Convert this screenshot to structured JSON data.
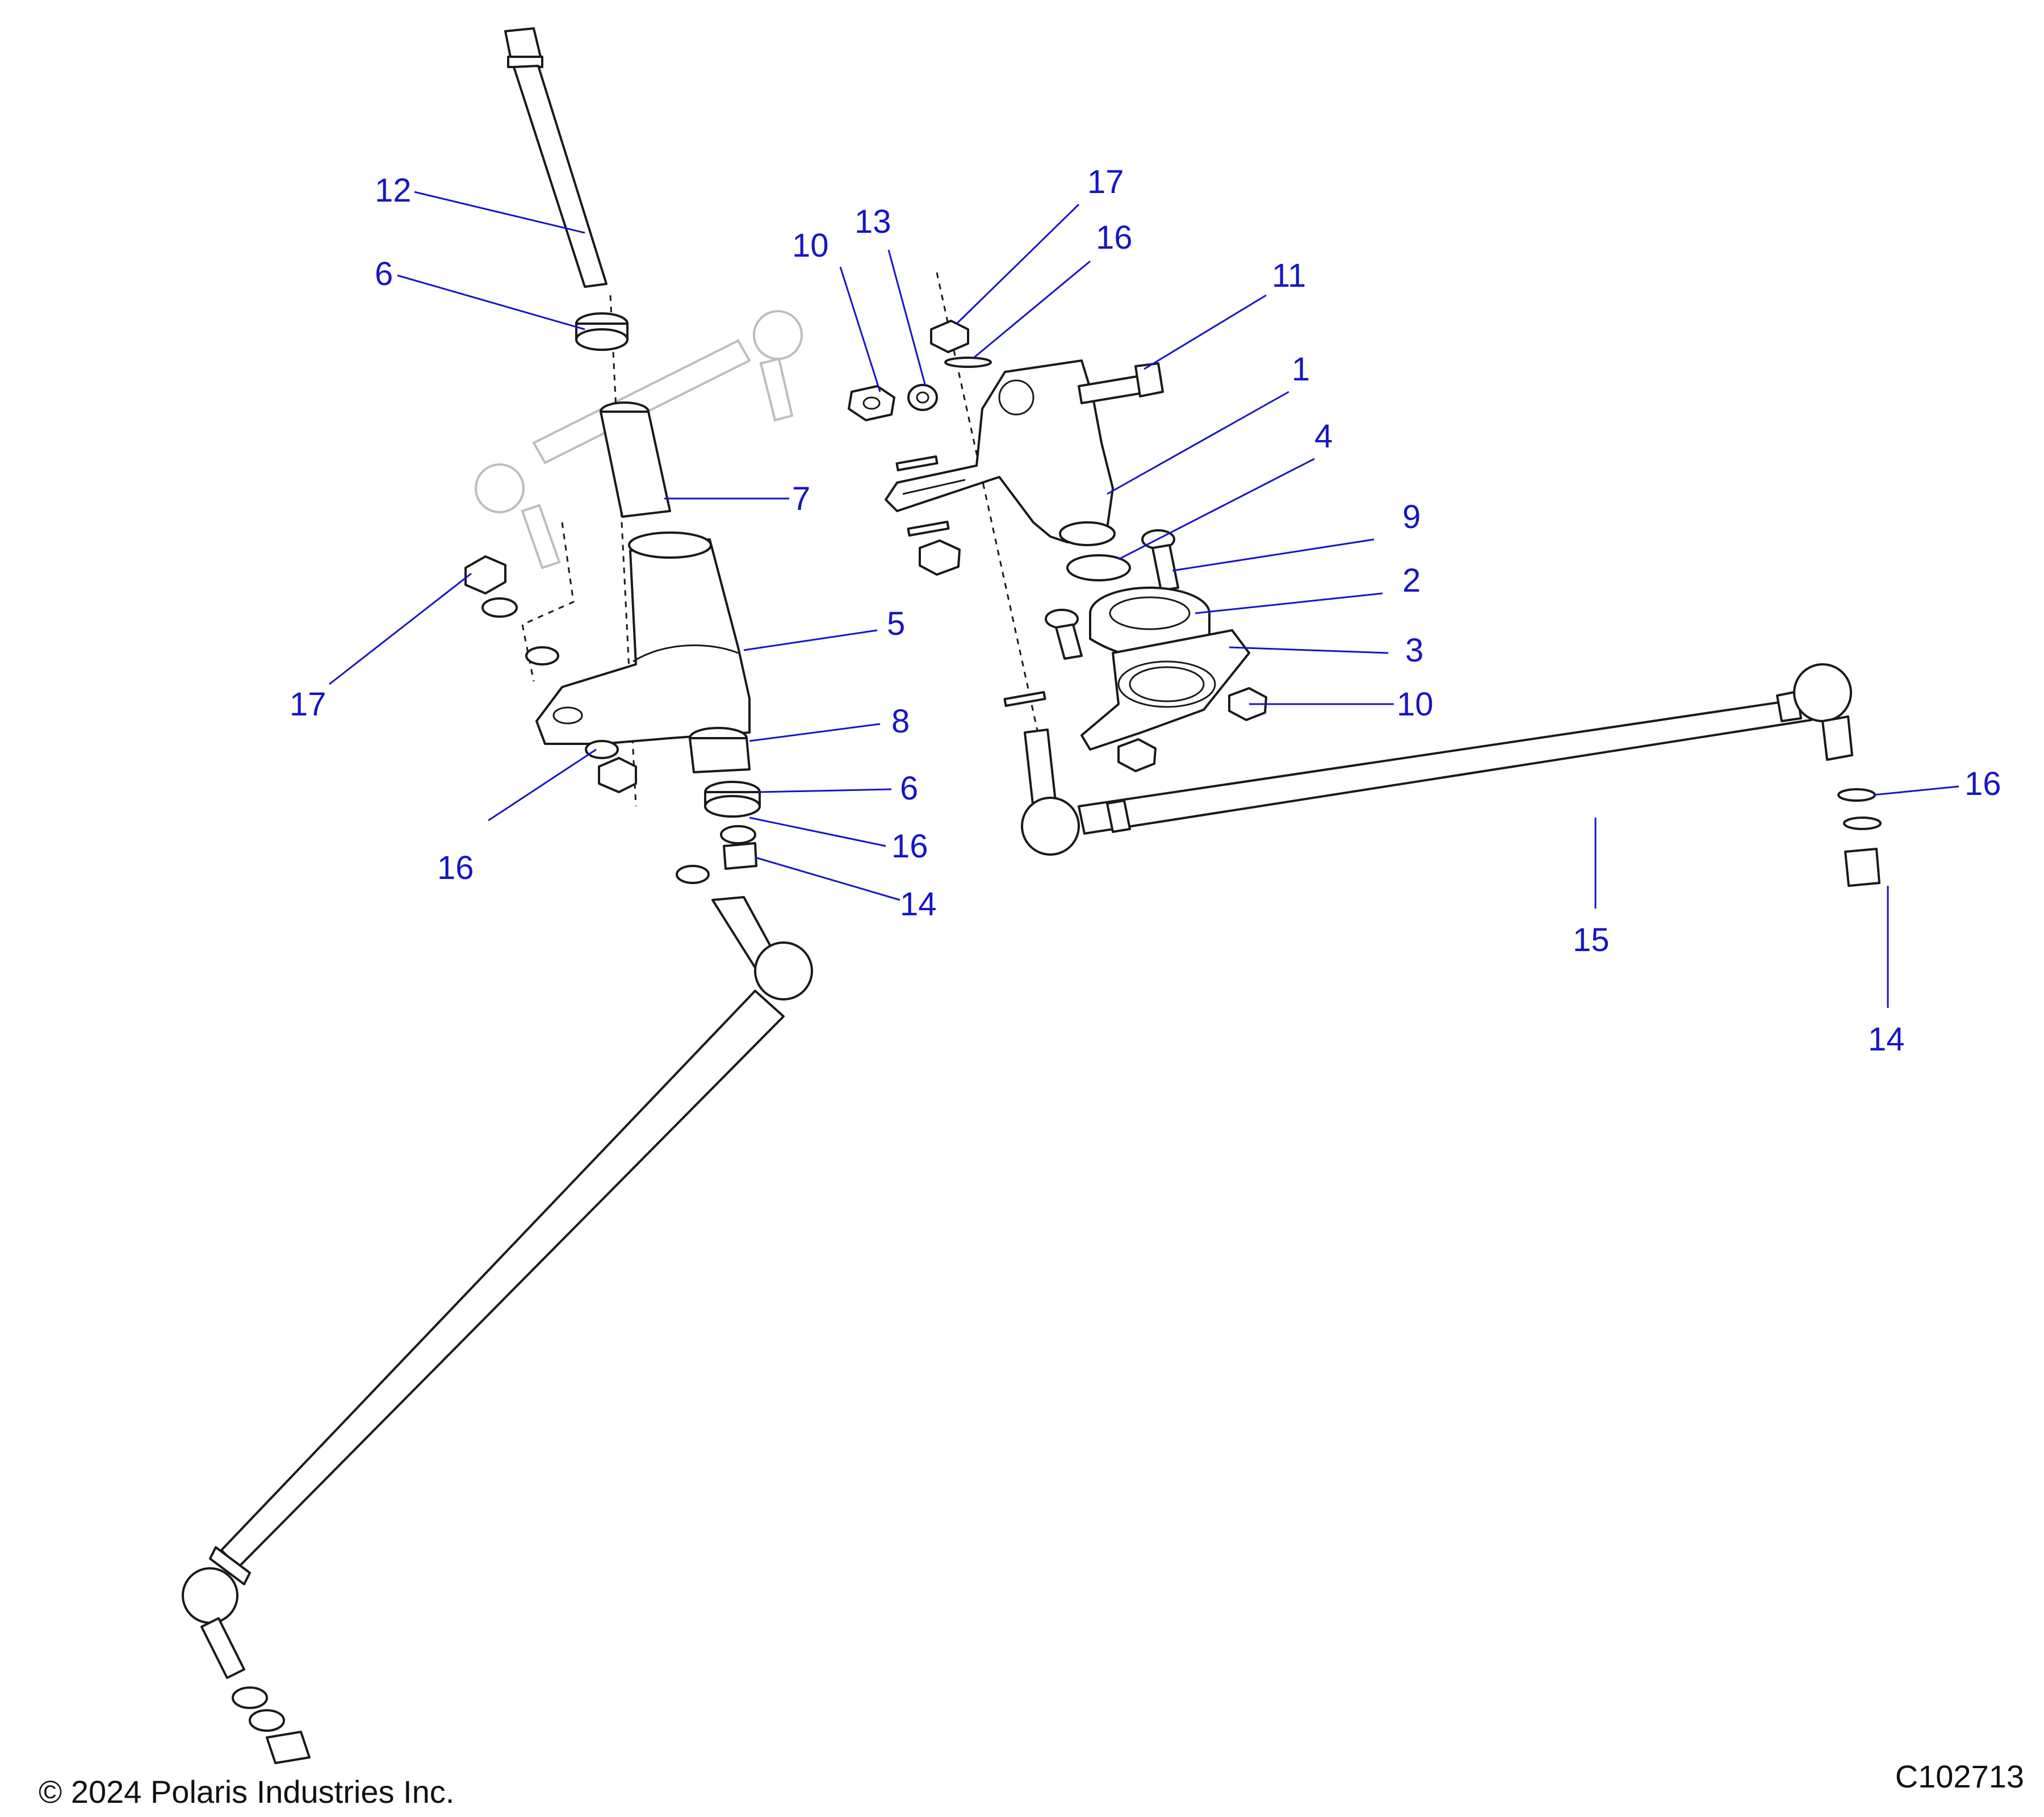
{
  "colors": {
    "callout": "#1515c8",
    "line": "#1a1a1a",
    "ghost": "#bdbdbd"
  },
  "callouts": [
    {
      "id": "c12",
      "text": "12"
    },
    {
      "id": "c6a",
      "text": "6"
    },
    {
      "id": "c7",
      "text": "7"
    },
    {
      "id": "c17a",
      "text": "17"
    },
    {
      "id": "c5",
      "text": "5"
    },
    {
      "id": "c8",
      "text": "8"
    },
    {
      "id": "c6b",
      "text": "6"
    },
    {
      "id": "c16a",
      "text": "16"
    },
    {
      "id": "c16b",
      "text": "16"
    },
    {
      "id": "c14a",
      "text": "14"
    },
    {
      "id": "c10a",
      "text": "10"
    },
    {
      "id": "c13",
      "text": "13"
    },
    {
      "id": "c17b",
      "text": "17"
    },
    {
      "id": "c16c",
      "text": "16"
    },
    {
      "id": "c11",
      "text": "11"
    },
    {
      "id": "c1",
      "text": "1"
    },
    {
      "id": "c4",
      "text": "4"
    },
    {
      "id": "c9",
      "text": "9"
    },
    {
      "id": "c2",
      "text": "2"
    },
    {
      "id": "c3",
      "text": "3"
    },
    {
      "id": "c10b",
      "text": "10"
    },
    {
      "id": "c16d",
      "text": "16"
    },
    {
      "id": "c15",
      "text": "15"
    },
    {
      "id": "c14b",
      "text": "14"
    }
  ],
  "footer": {
    "copyright": "© 2024 Polaris Industries Inc.",
    "figure_id": "C102713"
  }
}
